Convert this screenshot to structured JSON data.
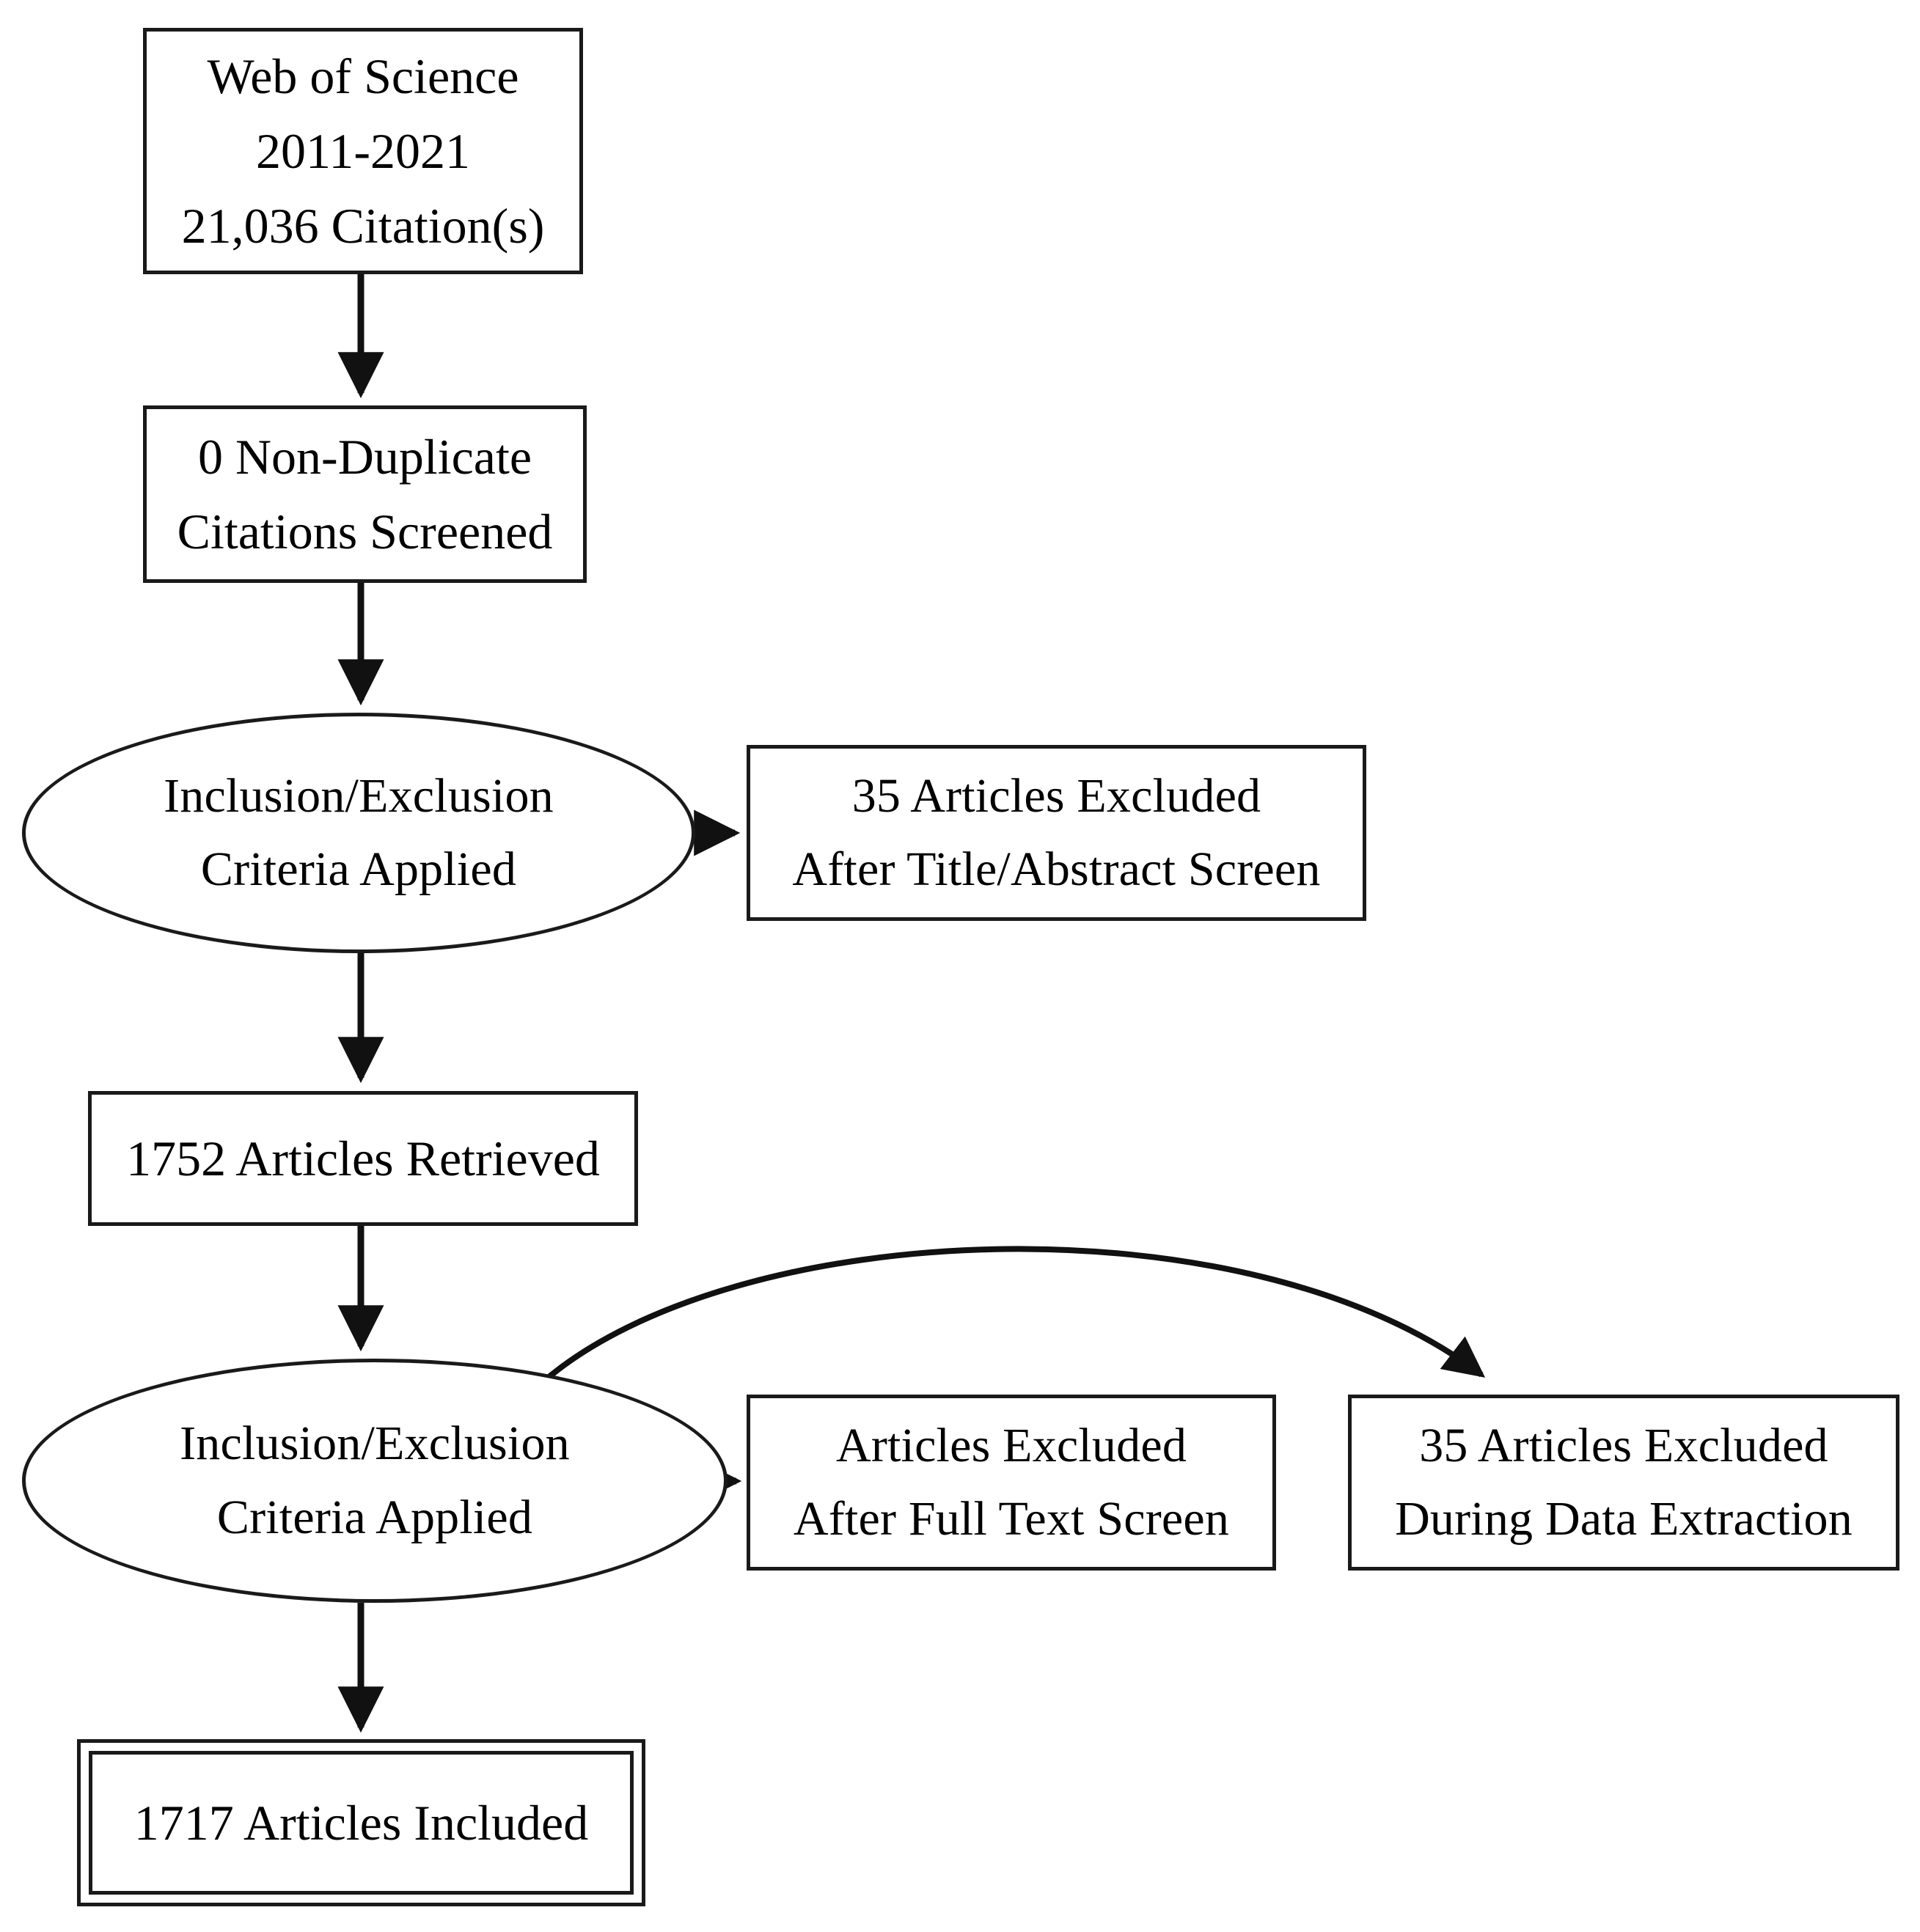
{
  "diagram": {
    "type": "prisma-flow-diagram",
    "title": "",
    "nodes": [
      {
        "id": "source",
        "shape": "rectangle",
        "lines": [
          "Web of Science",
          "2011-2021",
          "21,036 Citation(s)"
        ]
      },
      {
        "id": "screened",
        "shape": "rectangle",
        "lines": [
          "0 Non-Duplicate",
          "Citations Screened"
        ]
      },
      {
        "id": "criteria-1",
        "shape": "ellipse",
        "lines": [
          "Inclusion/Exclusion",
          "Criteria Applied"
        ]
      },
      {
        "id": "excluded-title-abstract",
        "shape": "rectangle",
        "lines": [
          "35 Articles Excluded",
          "After Title/Abstract Screen"
        ]
      },
      {
        "id": "retrieved",
        "shape": "rectangle",
        "lines": [
          "1752 Articles Retrieved"
        ]
      },
      {
        "id": "criteria-2",
        "shape": "ellipse",
        "lines": [
          "Inclusion/Exclusion",
          "Criteria Applied"
        ]
      },
      {
        "id": "excluded-full-text",
        "shape": "rectangle",
        "lines": [
          "Articles Excluded",
          "After Full Text Screen"
        ]
      },
      {
        "id": "excluded-data-extraction",
        "shape": "rectangle",
        "lines": [
          "35 Articles Excluded",
          "During Data Extraction"
        ]
      },
      {
        "id": "included",
        "shape": "double-rectangle",
        "lines": [
          "1717 Articles Included"
        ]
      }
    ],
    "edges": [
      {
        "from": "source",
        "to": "screened",
        "style": "straight-vertical"
      },
      {
        "from": "screened",
        "to": "criteria-1",
        "style": "straight-vertical"
      },
      {
        "from": "criteria-1",
        "to": "excluded-title-abstract",
        "style": "straight-horizontal"
      },
      {
        "from": "criteria-1",
        "to": "retrieved",
        "style": "straight-vertical"
      },
      {
        "from": "retrieved",
        "to": "criteria-2",
        "style": "straight-vertical"
      },
      {
        "from": "criteria-2",
        "to": "excluded-full-text",
        "style": "straight-horizontal"
      },
      {
        "from": "criteria-2",
        "to": "excluded-data-extraction",
        "style": "curved-arc"
      },
      {
        "from": "criteria-2",
        "to": "included",
        "style": "straight-vertical"
      }
    ],
    "colors": {
      "stroke": "#1a1a1a",
      "fill": "#ffffff",
      "text": "#000000"
    }
  }
}
